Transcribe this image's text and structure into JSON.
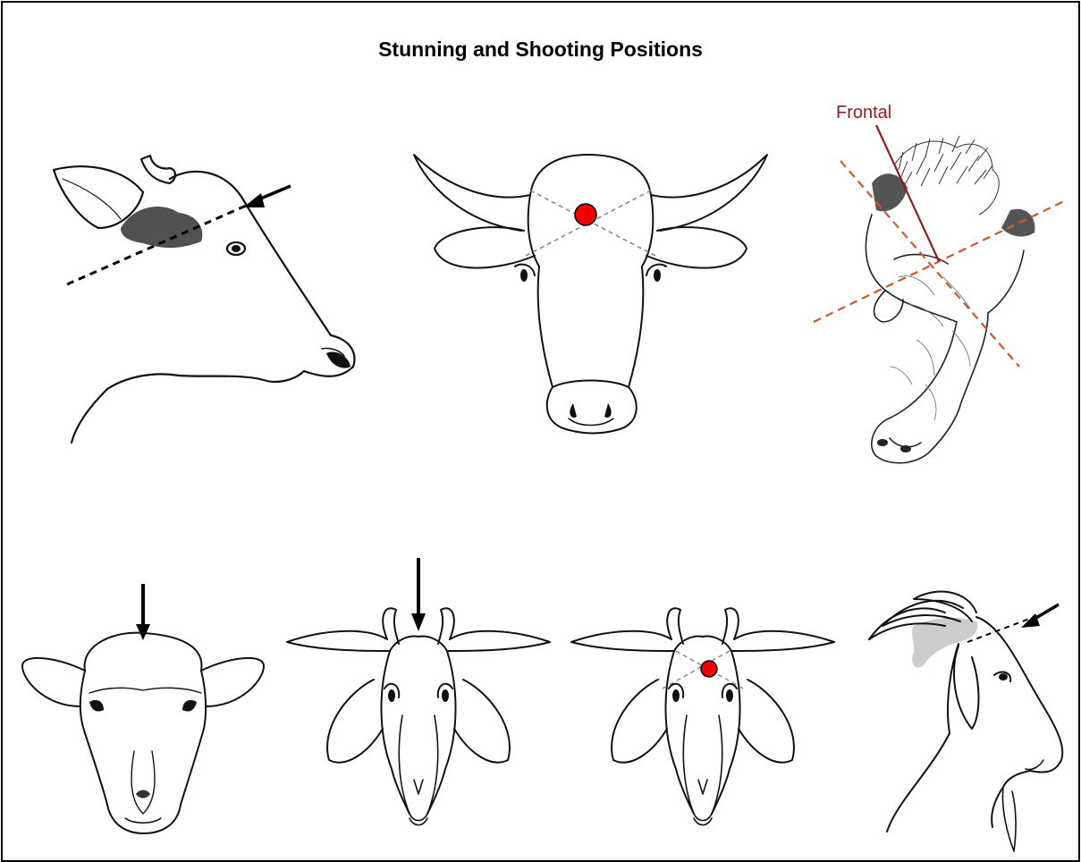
{
  "title": "Stunning and Shooting Positions",
  "labels": {
    "frontal": "Frontal"
  },
  "colors": {
    "target_dot": "#ee0000",
    "crosshair_line": "#888888",
    "pig_guide_line": "#c85a2a",
    "frontal_label": "#8b1f1f",
    "brain_shading_cow": "#333333",
    "brain_shading_goat": "#cccccc",
    "ink": "#111111"
  },
  "panels": [
    {
      "id": "cow-side",
      "animal": "cow",
      "view": "side",
      "marker": "arrow-icon"
    },
    {
      "id": "cow-front",
      "animal": "cow",
      "view": "front",
      "marker": "target-dot"
    },
    {
      "id": "pig-front",
      "animal": "pig",
      "view": "front",
      "marker": "guide-lines"
    },
    {
      "id": "sheep-front",
      "animal": "sheep",
      "view": "front",
      "marker": "arrow-icon"
    },
    {
      "id": "goat-front-poll",
      "animal": "goat",
      "view": "front",
      "marker": "arrow-icon"
    },
    {
      "id": "goat-front-frontal",
      "animal": "goat",
      "view": "front",
      "marker": "target-dot"
    },
    {
      "id": "goat-side",
      "animal": "goat",
      "view": "side",
      "marker": "arrow-icon"
    }
  ]
}
